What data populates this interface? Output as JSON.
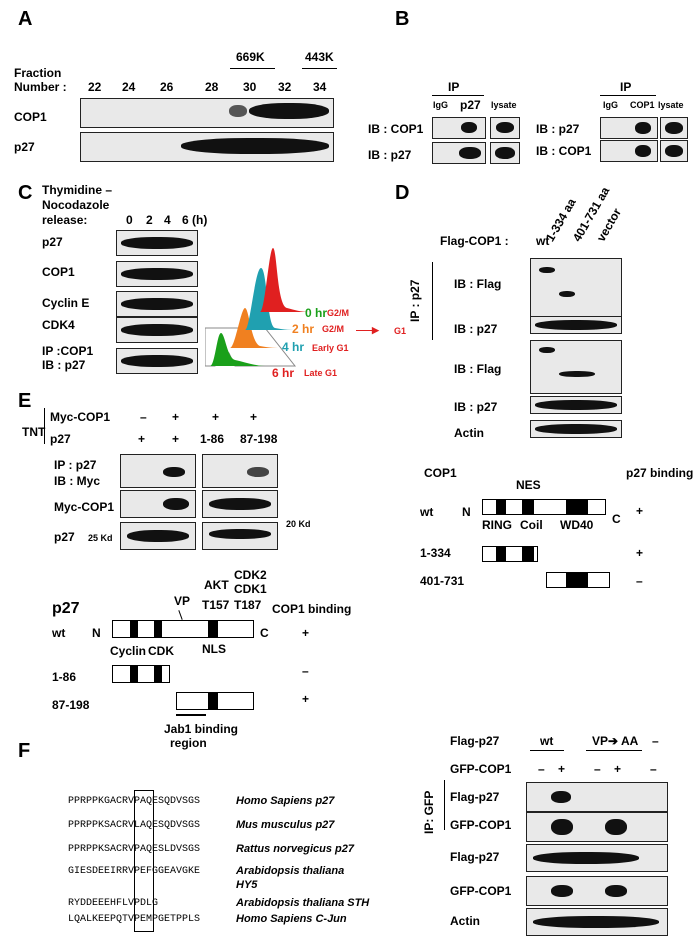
{
  "panels": {
    "a": "A",
    "b": "B",
    "c": "C",
    "d": "D",
    "e": "E",
    "f": "F"
  },
  "A": {
    "fraction_label_1": "Fraction",
    "fraction_label_2": "Number :",
    "fractions": [
      "22",
      "24",
      "26",
      "28",
      "30",
      "32",
      "34"
    ],
    "mw_1": "669K",
    "mw_2": "443K",
    "rows": [
      "COP1",
      "p27"
    ]
  },
  "B": {
    "ip1": "IP",
    "ip2": "IP",
    "igg1": "IgG",
    "p27": "p27",
    "lysate1": "lysate",
    "igg2": "IgG",
    "cop1": "COP1",
    "lysate2": "lysate",
    "ib_cop1_l": "IB : COP1",
    "ib_p27_l": "IB : p27",
    "ib_p27_r": "IB : p27",
    "ib_cop1_r": "IB : COP1"
  },
  "C": {
    "title_1": "Thymidine –",
    "title_2": "Nocodazole",
    "title_3": "release:",
    "times": [
      "0",
      "2",
      "4",
      "6 (h)"
    ],
    "rows": [
      "p27",
      "COP1",
      "Cyclin E",
      "CDK4"
    ],
    "ip_row_1": "IP :COP1",
    "ip_row_2": "IB : p27",
    "facs": [
      {
        "time": "0 hr",
        "phase": "G2/M",
        "color": "#1aa01a"
      },
      {
        "time": "2 hr",
        "phase": "G2/M",
        "color": "#f08020"
      },
      {
        "time": "4 hr",
        "phase": "Early G1",
        "color": "#20a0b0"
      },
      {
        "time": "6 hr",
        "phase": "Late G1",
        "color": "#e02020"
      }
    ],
    "g1": "G1"
  },
  "D": {
    "flag_cop1": "Flag-COP1 :",
    "lanes": [
      "wt",
      "1-334 aa",
      "401-731 aa",
      "vector"
    ],
    "ip_label": "IP : p27",
    "rows": [
      "IB : Flag",
      "IB : p27",
      "IB : Flag",
      "IB : p27",
      "Actin"
    ],
    "diagram": {
      "cop1": "COP1",
      "binding": "p27 binding",
      "nes": "NES",
      "n": "N",
      "c": "C",
      "ring": "RING",
      "coil": "Coil",
      "wd40": "WD40",
      "constructs": [
        {
          "name": "wt",
          "binding": "+"
        },
        {
          "name": "1-334",
          "binding": "+"
        },
        {
          "name": "401-731",
          "binding": "–"
        }
      ]
    }
  },
  "E": {
    "tnt": "TNT",
    "myc_cop1": "Myc-COP1",
    "p27": "p27",
    "myc_signs": [
      "–",
      "+",
      "+",
      "+"
    ],
    "p27_signs": [
      "+",
      "+",
      "1-86",
      "87-198"
    ],
    "rows": [
      "IP : p27",
      "IB : Myc",
      "Myc-COP1",
      "p27"
    ],
    "kd25": "25 Kd",
    "kd20": "20 Kd",
    "diagram": {
      "title": "p27",
      "vp": "VP",
      "akt": "AKT",
      "cdk2": "CDK2",
      "cdk1": "CDK1",
      "t157": "T157",
      "t187": "T187",
      "binding": "COP1 binding",
      "n": "N",
      "c": "C",
      "cyclin": "Cyclin",
      "cdk": "CDK",
      "nls": "NLS",
      "jab1_1": "Jab1 binding",
      "jab1_2": "region",
      "constructs": [
        {
          "name": "wt",
          "binding": "+"
        },
        {
          "name": "1-86",
          "binding": "–"
        },
        {
          "name": "87-198",
          "binding": "+"
        }
      ]
    }
  },
  "F": {
    "seqs": [
      {
        "seq": "PPRPPKGACRVPAQESQDVSGS",
        "species": "Homo Sapiens p27"
      },
      {
        "seq": "PPRPPKSACRVLAQESQDVSGS",
        "species": "Mus musculus p27"
      },
      {
        "seq": "PPRPPKSACRVPAQESLDVSGS",
        "species": "Rattus norvegicus p27"
      },
      {
        "seq": "GIESDEEIRRVPEFGGEAVGKE",
        "species": "Arabidopsis thaliana"
      },
      {
        "seq": "",
        "species": "HY5"
      },
      {
        "seq": "RYDDEEEHFLVPDLG",
        "species": "Arabidopsis thaliana STH"
      },
      {
        "seq": "LQALKEEPQTVPEMPGETPPLS",
        "species": "Homo Sapiens C-Jun"
      }
    ],
    "flag_p27": "Flag-p27",
    "wt": "wt",
    "vp_aa": "VP➔ AA",
    "dash": "–",
    "gfp_cop1": "GFP-COP1",
    "gfp_signs": [
      "–",
      "+",
      "–",
      "+",
      "–"
    ],
    "ip_label": "IP: GFP",
    "rows": [
      "Flag-p27",
      "GFP-COP1",
      "Flag-p27",
      "GFP-COP1",
      "Actin"
    ]
  }
}
